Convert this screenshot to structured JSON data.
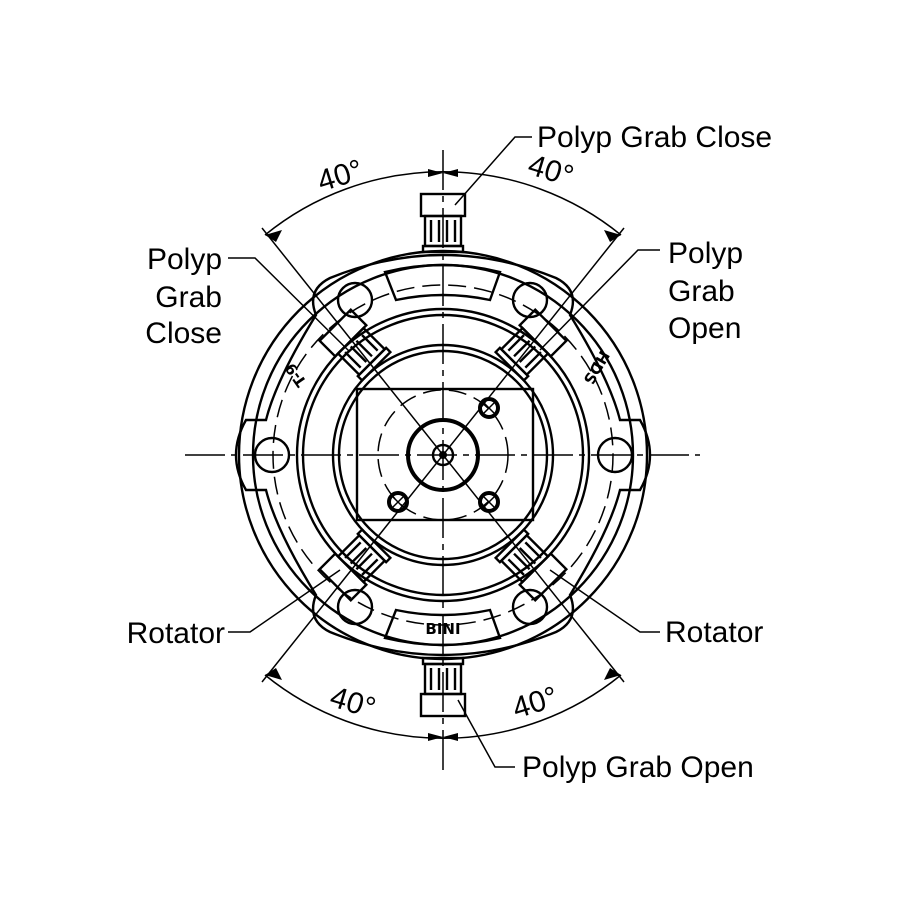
{
  "labels": {
    "top": "Polyp Grab Close",
    "left_top": [
      "Polyp",
      "Grab",
      "Close"
    ],
    "right_top": [
      "Polyp",
      "Grab",
      "Open"
    ],
    "left_bottom": "Rotator",
    "right_bottom": "Rotator",
    "bottom": "Polyp Grab Open"
  },
  "angles": {
    "top_left": "40°",
    "top_right": "40°",
    "bottom_left": "40°",
    "bottom_right": "40°"
  },
  "engravings": [
    "T-9",
    "HDS",
    "BINI"
  ]
}
